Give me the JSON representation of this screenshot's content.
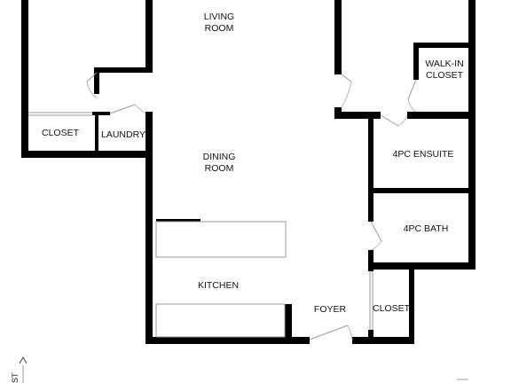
{
  "rooms": {
    "living": [
      "LIVING",
      "ROOM"
    ],
    "dining": [
      "DINING",
      "ROOM"
    ],
    "closet_left": "CLOSET",
    "laundry": "LAUNDRY",
    "walk_in": [
      "WALK-IN",
      "CLOSET"
    ],
    "ensuite": "4PC ENSUITE",
    "bath": "4PC BATH",
    "kitchen": "KITCHEN",
    "foyer": "FOYER",
    "closet_right": "CLOSET"
  },
  "compass_label": "ST"
}
